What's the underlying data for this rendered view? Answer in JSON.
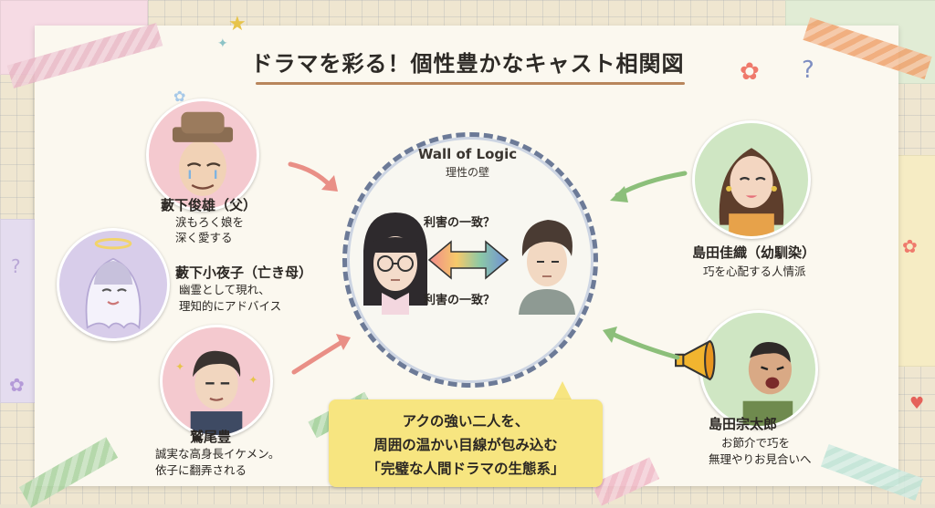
{
  "title": "ドラマを彩る！個性豊かなキャスト相関図",
  "center": {
    "wall_en": "Wall of Logic",
    "wall_ja": "理性の壁",
    "relation_top": "利害の一致？",
    "relation_bottom": "利害の一致？"
  },
  "characters": {
    "father": {
      "name": "藪下俊雄（父）",
      "desc": [
        "涙もろく娘を",
        "深く愛する"
      ]
    },
    "mother": {
      "name": "藪下小夜子（亡き母）",
      "desc": [
        "幽霊として現れ、",
        "理知的にアドバイス"
      ]
    },
    "washio": {
      "name": "鷲尾豊",
      "desc": [
        "誠実な高身長イケメン。",
        "依子に翻弄される"
      ]
    },
    "kaori": {
      "name": "島田佳織（幼馴染）",
      "desc": [
        "巧を心配する人情派"
      ]
    },
    "sotaro": {
      "name": "島田宗太郎",
      "desc": [
        "お節介で巧を",
        "無理やりお見合いへ"
      ]
    }
  },
  "callout": {
    "lines": [
      "アクの強い二人を、",
      "周囲の温かい目線が包み込む",
      "「完璧な人間ドラマの生態系」"
    ]
  },
  "colors": {
    "pink_circle": "#f4c9cf",
    "purple_circle": "#d8cdea",
    "green_circle": "#cfe6c3",
    "wall_border": "#6c7a97",
    "callout_bg": "#f7e580",
    "arrow_pink": "#e98f86",
    "arrow_green": "#8cbf7a"
  }
}
